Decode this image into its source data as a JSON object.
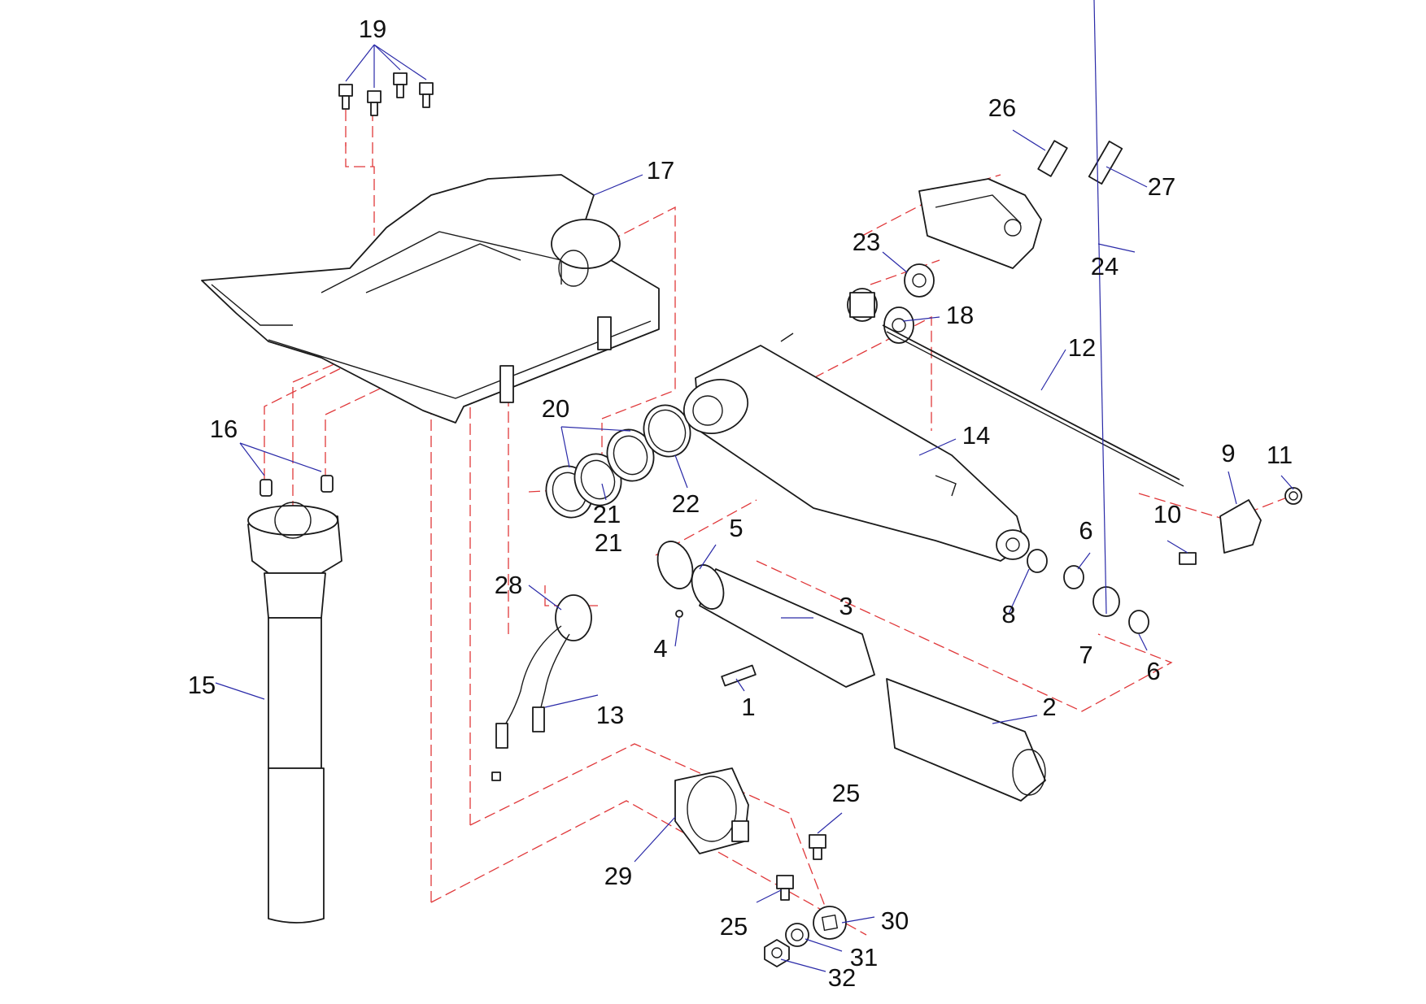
{
  "colors": {
    "part_outline": "#1a1a1a",
    "assembly_line": "#e0383a",
    "leader_line": "#2a2aa8",
    "background": "#ffffff"
  },
  "callouts": {
    "n1": "1",
    "n2": "2",
    "n3": "3",
    "n4": "4",
    "n5": "5",
    "n6a": "6",
    "n6b": "6",
    "n7": "7",
    "n8": "8",
    "n9": "9",
    "n10": "10",
    "n11": "11",
    "n12": "12",
    "n13": "13",
    "n14": "14",
    "n15": "15",
    "n16": "16",
    "n17": "17",
    "n18": "18",
    "n19": "19",
    "n20": "20",
    "n21a": "21",
    "n21b": "21",
    "n22": "22",
    "n23": "23",
    "n24": "24",
    "n25a": "25",
    "n25b": "25",
    "n26": "26",
    "n27": "27",
    "n28": "28",
    "n29": "29",
    "n30": "30",
    "n31": "31",
    "n32": "32"
  }
}
